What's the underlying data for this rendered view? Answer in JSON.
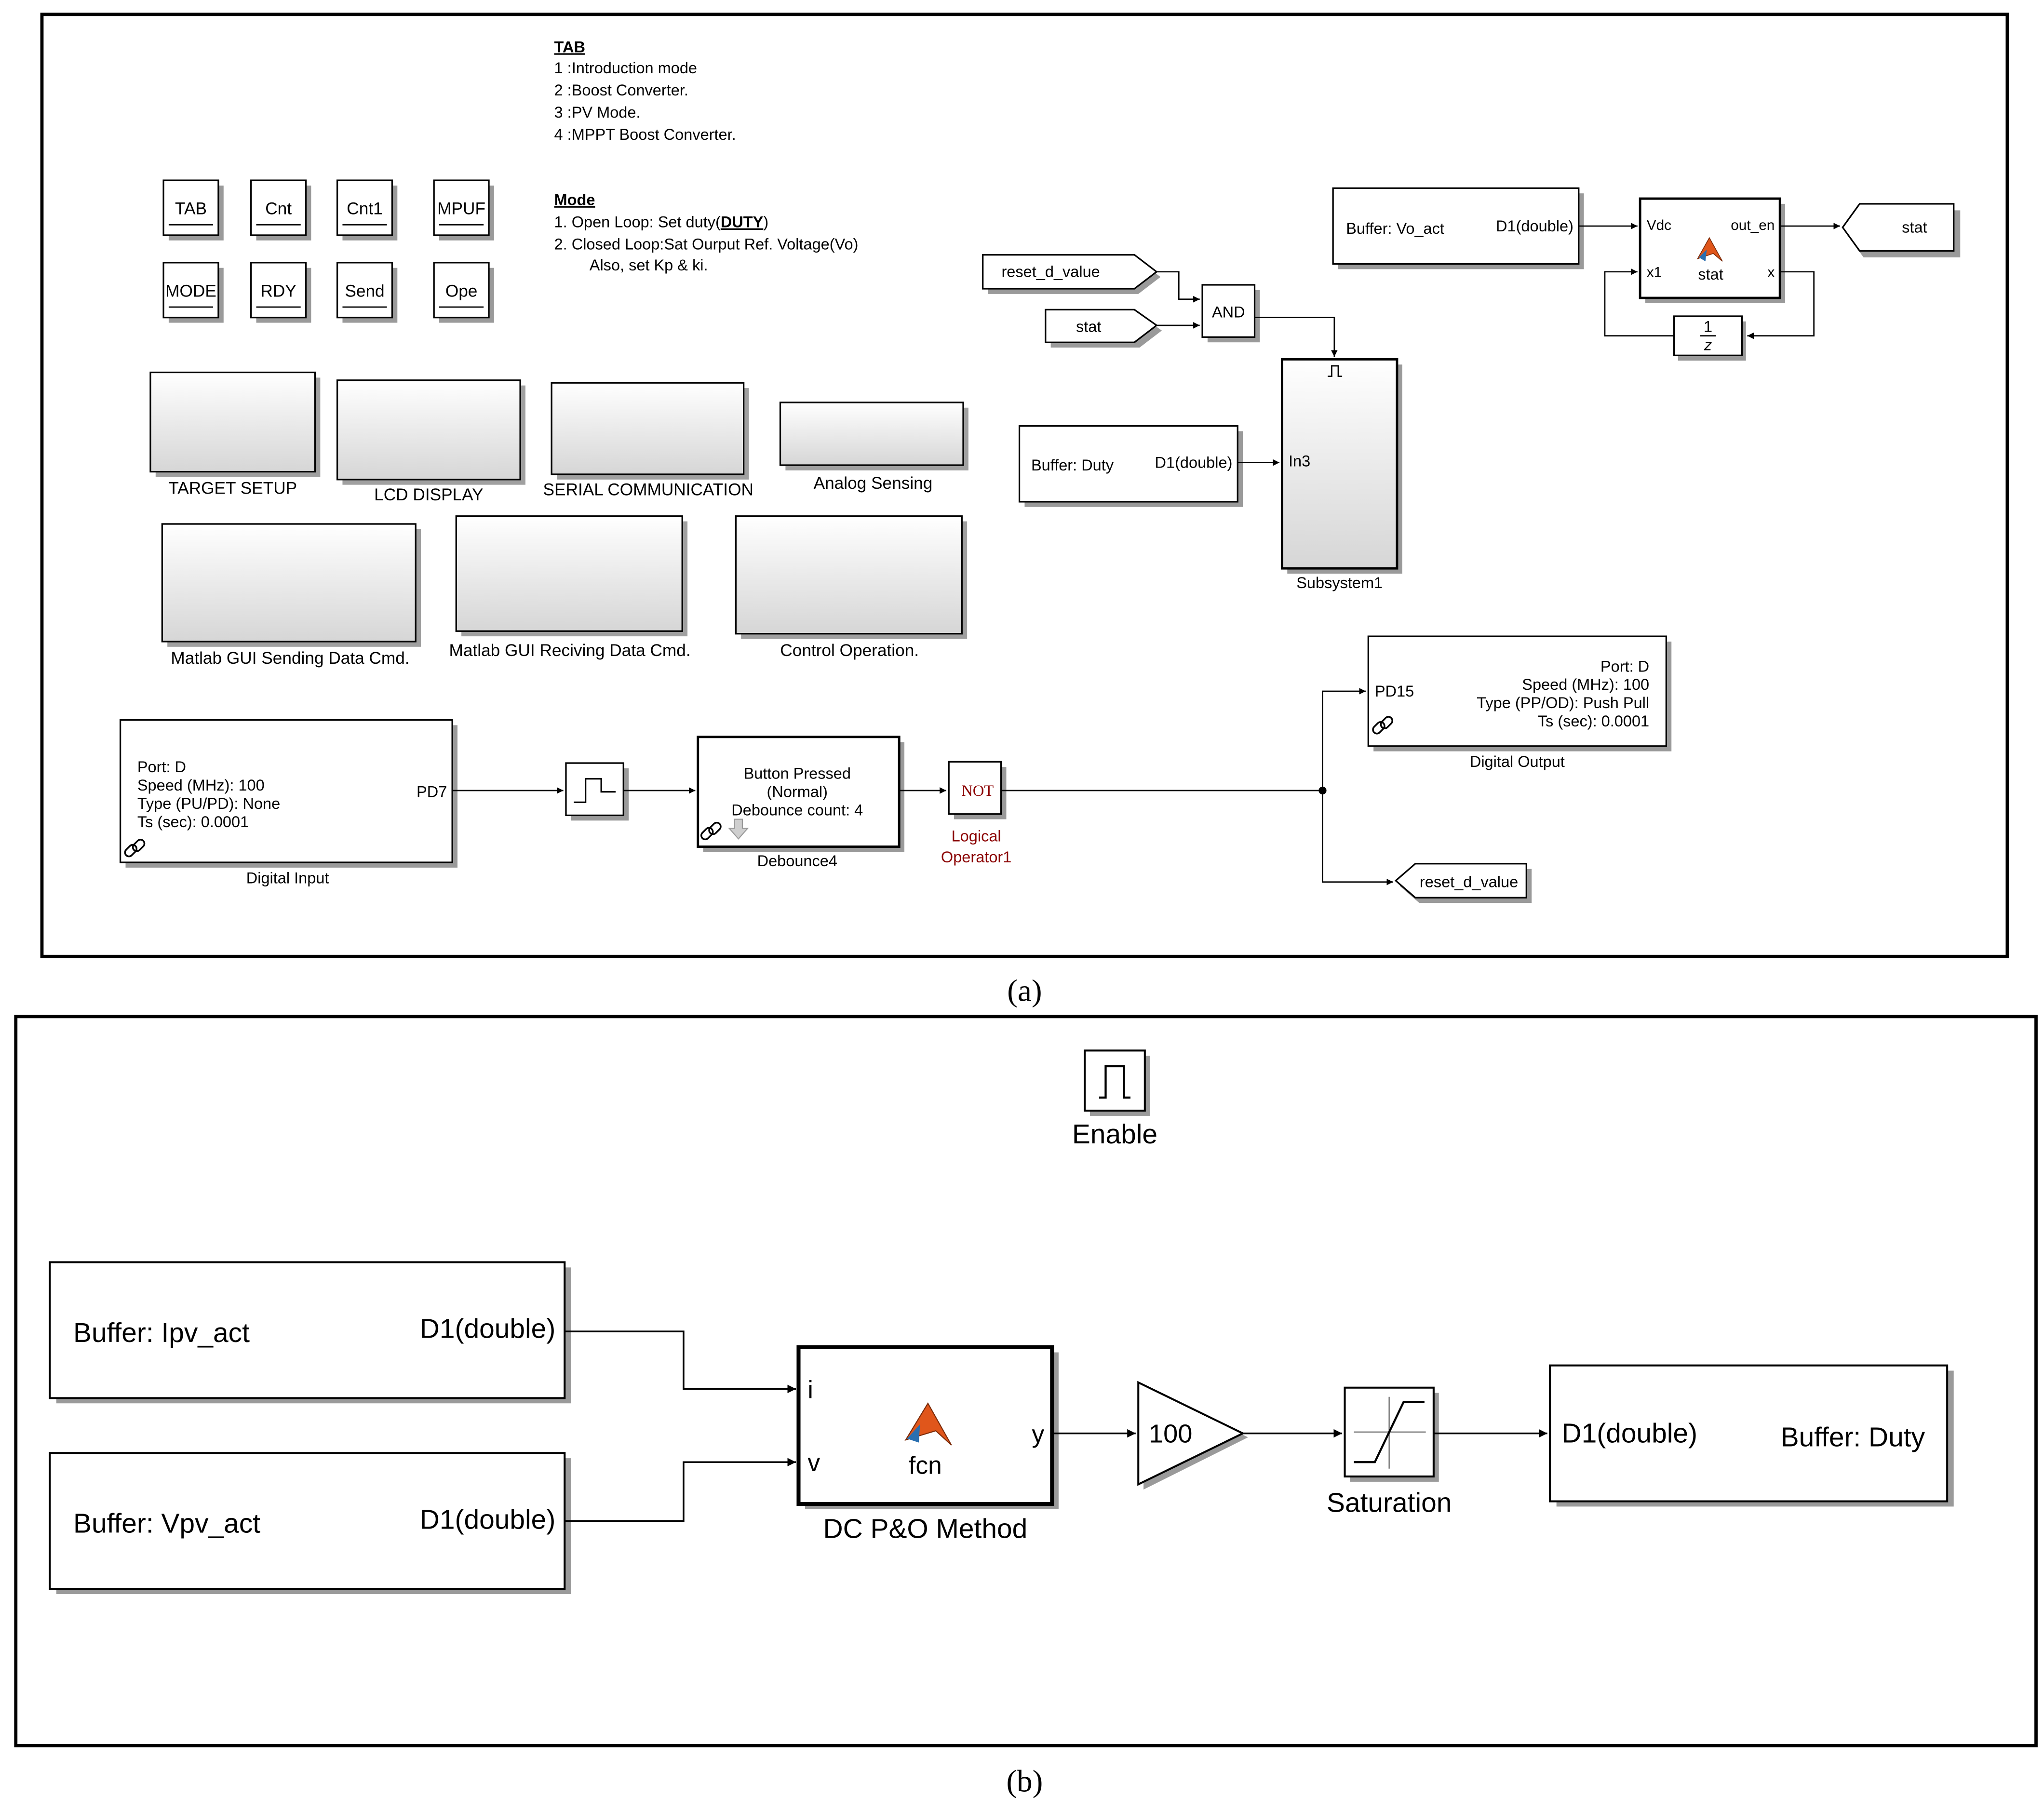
{
  "panel_a": {
    "caption": "(a)",
    "notes": {
      "tab_heading": "TAB",
      "tab_items": [
        "1 :Introduction mode",
        "2 :Boost Converter.",
        "3 :PV Mode.",
        "4 :MPPT Boost Converter."
      ],
      "mode_heading": "Mode",
      "mode_line1_prefix": "1. Open Loop: Set duty(",
      "mode_line1_duty": "DUTY",
      "mode_line1_suffix": ")",
      "mode_line2": "2. Closed Loop:Sat Ourput Ref. Voltage(Vo)",
      "mode_line3": "Also, set Kp & ki."
    },
    "small_buttons": [
      "TAB",
      "Cnt",
      "Cnt1",
      "MPUF",
      "MODE",
      "RDY",
      "Send",
      "Ope"
    ],
    "subsystems": [
      "TARGET SETUP",
      "LCD DISPLAY",
      "SERIAL COMMUNICATION",
      "Analog Sensing",
      "Matlab GUI Sending Data Cmd.",
      "Matlab GUI Reciving Data Cmd.",
      "Control Operation."
    ],
    "vo_buffer": {
      "left": "Buffer: Vo_act",
      "right": "D1(double)"
    },
    "stat_fcn": {
      "in1": "Vdc",
      "in2": "x1",
      "out1": "out_en",
      "out2": "x",
      "name": "stat"
    },
    "unit_delay": {
      "num": "1",
      "den": "z"
    },
    "goto_stat": "stat",
    "from_reset": "reset_d_value",
    "from_stat": "stat",
    "and_block": "AND",
    "duty_buffer": {
      "left": "Buffer: Duty",
      "right": "D1(double)"
    },
    "subsystem1": {
      "port": "In3",
      "name": "Subsystem1",
      "enable_glyph": "⎍"
    },
    "digital_output": {
      "port": "PD15",
      "lines": [
        "Port: D",
        "Speed (MHz): 100",
        "Type (PP/OD): Push Pull",
        "Ts (sec): 0.0001"
      ],
      "name": "Digital Output"
    },
    "digital_input": {
      "lines": [
        "Port: D",
        "Speed (MHz): 100",
        "Type (PU/PD): None",
        "Ts (sec): 0.0001"
      ],
      "port": "PD7",
      "name": "Digital Input"
    },
    "debounce": {
      "lines": [
        "Button Pressed",
        "(Normal)",
        "Debounce count: 4"
      ],
      "name": "Debounce4"
    },
    "not_block": {
      "label": "NOT",
      "name_lines": [
        "Logical",
        "Operator1"
      ]
    },
    "goto_reset": "reset_d_value"
  },
  "panel_b": {
    "caption": "(b)",
    "enable_label": "Enable",
    "ipv_buffer": {
      "left": "Buffer: Ipv_act",
      "right": "D1(double)"
    },
    "vpv_buffer": {
      "left": "Buffer: Vpv_act",
      "right": "D1(double)"
    },
    "fcn_block": {
      "in1": "i",
      "in2": "v",
      "out": "y",
      "body": "fcn",
      "name": "DC P&O Method"
    },
    "gain": "100",
    "saturation": "Saturation",
    "duty_out": {
      "left": "D1(double)",
      "right": "Buffer: Duty"
    }
  },
  "colors": {
    "line": "#000000",
    "not_red": "#8b0000",
    "block_shadow": "#9a9a9a",
    "subsystem_fill_top": "#ffffff",
    "subsystem_fill_bottom": "#d8d8d8",
    "matlab_orange": "#e0561b"
  }
}
